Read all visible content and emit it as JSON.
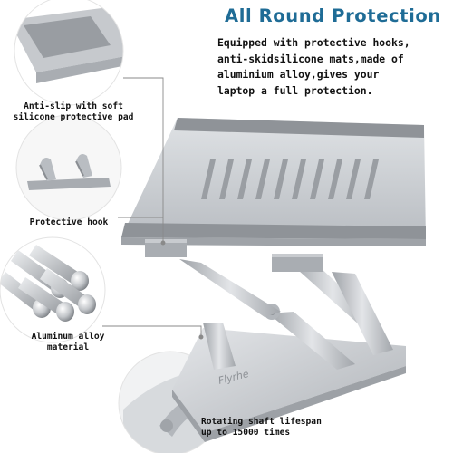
{
  "title": "All Round Protection",
  "description_lines": [
    "Equipped with protective hooks,",
    "anti-skidsilicone mats,made of",
    "aluminium alloy,gives your",
    "laptop a full protection."
  ],
  "callouts": {
    "pad": {
      "lines": [
        "Anti-slip with soft",
        "silicone protective pad"
      ]
    },
    "hook": {
      "lines": [
        "Protective hook"
      ]
    },
    "alloy": {
      "lines": [
        "Aluminum alloy",
        "material"
      ]
    },
    "shaft": {
      "lines": [
        "Rotating shaft lifespan",
        "up to 15000 times"
      ]
    }
  },
  "brand": {
    "logo_text": "Flyrhe"
  },
  "colors": {
    "title": "#1f6c96",
    "leader_line": "#8a8a8a",
    "aluminium": "#c9ccd0",
    "pad_gray": "#8f9398"
  }
}
